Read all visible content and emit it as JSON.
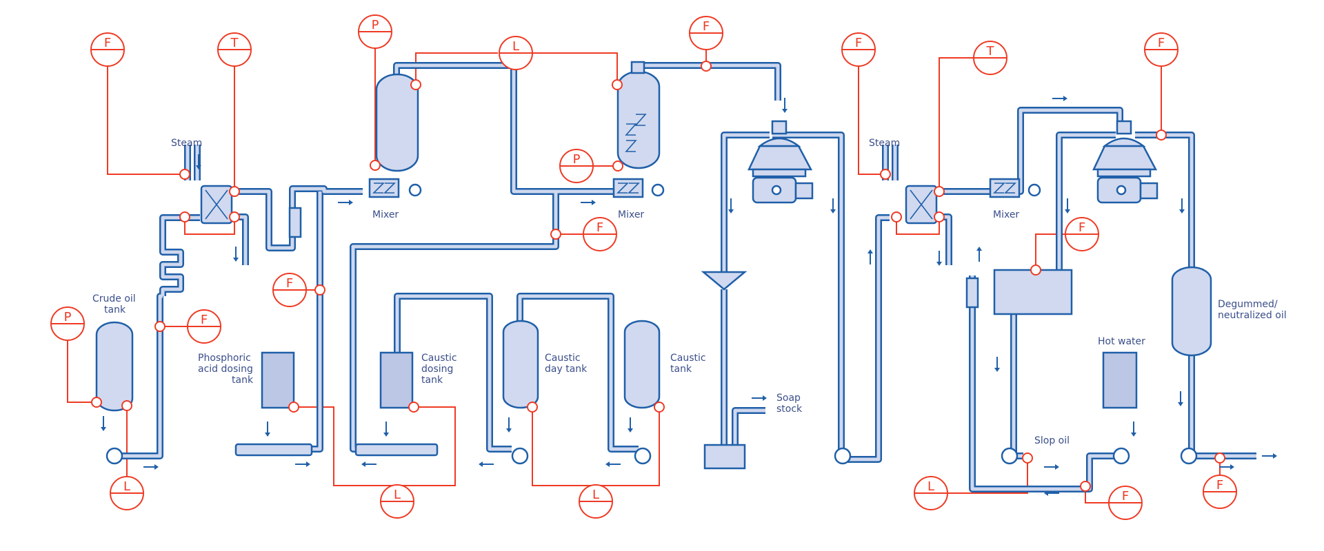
{
  "labels": {
    "steam_left": "Steam",
    "steam_right": "Steam",
    "crude_oil_tank": [
      "Crude oil",
      "tank"
    ],
    "phosphoric": [
      "Phosphoric",
      "acid dosing",
      "tank"
    ],
    "caustic_dosing": [
      "Caustic",
      "dosing",
      "tank"
    ],
    "caustic_day": [
      "Caustic",
      "day tank"
    ],
    "caustic_tank": [
      "Caustic",
      "tank"
    ],
    "mixer1": "Mixer",
    "mixer2": "Mixer",
    "mixer3": "Mixer",
    "soap_stock": [
      "Soap",
      "stock"
    ],
    "slop_oil": "Slop oil",
    "hot_water": "Hot water",
    "degummed": [
      "Degummed/",
      "neutralized oil"
    ]
  },
  "instruments": {
    "f_top_left": "F",
    "t_top_left": "T",
    "p_crude": "P",
    "f_crude": "F",
    "l_crude": "L",
    "f_phosphoric": "F",
    "p_mixer1": "P",
    "l_top": "L",
    "f_top_mid": "F",
    "p_mixer2": "P",
    "f_mid": "F",
    "l_dosing": "L",
    "l_caustic": "L",
    "f_right_top": "F",
    "t_right_top": "T",
    "f_right_top2": "F",
    "f_slop_tank": "F",
    "l_bottom_right": "L",
    "f_bottom_right": "F",
    "f_degummed": "F"
  },
  "colors": {
    "pipe": "#1f5fa8",
    "pipe_fill": "#cfd8ee",
    "vessel_fill": "#d0d9ef",
    "instrument": "#ee3a24",
    "label": "#3a4e8a"
  }
}
